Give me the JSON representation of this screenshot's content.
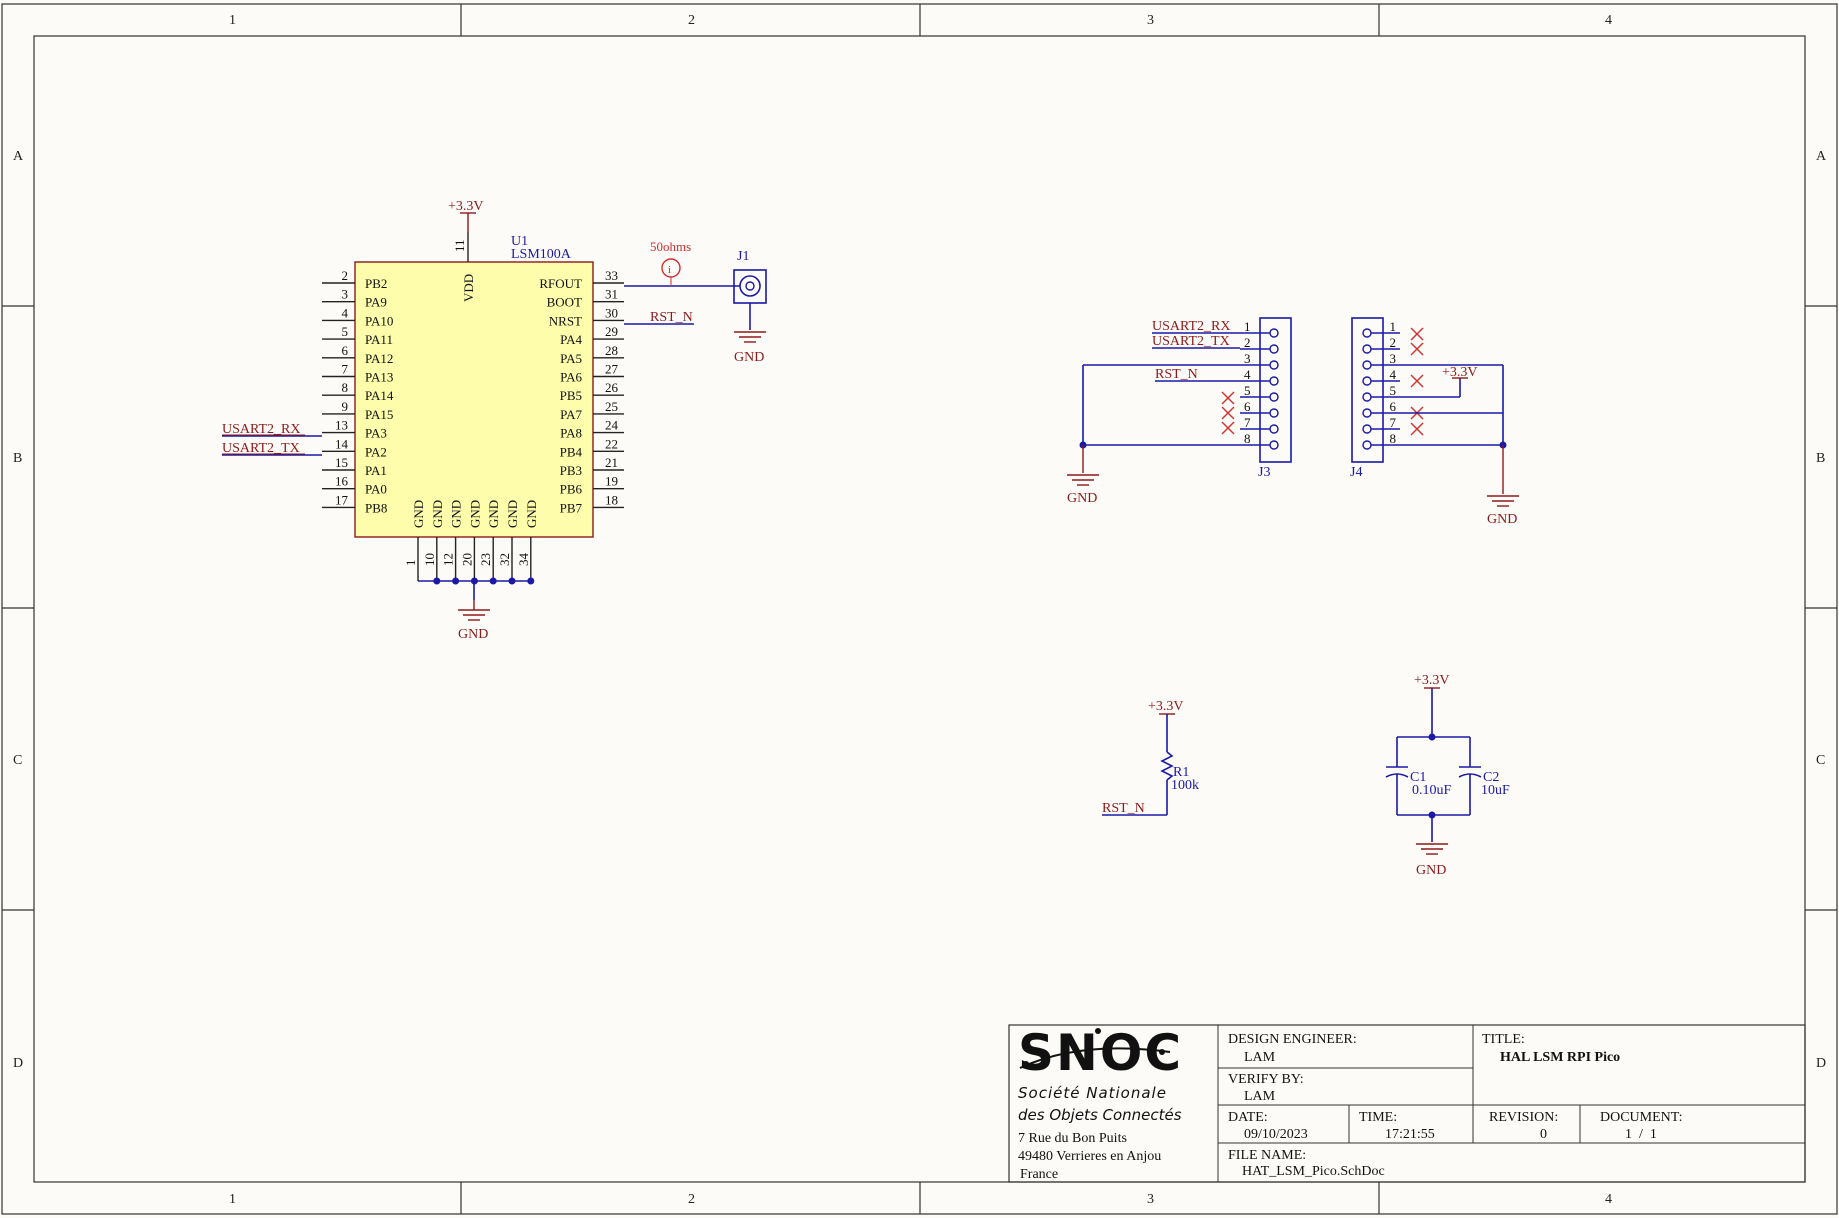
{
  "frame": {
    "columns": [
      "1",
      "2",
      "3",
      "4"
    ],
    "rows": [
      "A",
      "B",
      "C",
      "D"
    ]
  },
  "u1": {
    "ref": "U1",
    "part": "LSM100A",
    "vdd_label": "VDD",
    "vdd_pin": "11",
    "power": "+3.3V",
    "left_pins": [
      {
        "num": "2",
        "name": "PB2"
      },
      {
        "num": "3",
        "name": "PA9"
      },
      {
        "num": "4",
        "name": "PA10"
      },
      {
        "num": "5",
        "name": "PA11"
      },
      {
        "num": "6",
        "name": "PA12"
      },
      {
        "num": "7",
        "name": "PA13"
      },
      {
        "num": "8",
        "name": "PA14"
      },
      {
        "num": "9",
        "name": "PA15"
      },
      {
        "num": "13",
        "name": "PA3"
      },
      {
        "num": "14",
        "name": "PA2"
      },
      {
        "num": "15",
        "name": "PA1"
      },
      {
        "num": "16",
        "name": "PA0"
      },
      {
        "num": "17",
        "name": "PB8"
      }
    ],
    "right_pins": [
      {
        "num": "33",
        "name": "RFOUT"
      },
      {
        "num": "31",
        "name": "BOOT"
      },
      {
        "num": "30",
        "name": "NRST"
      },
      {
        "num": "29",
        "name": "PA4"
      },
      {
        "num": "28",
        "name": "PA5"
      },
      {
        "num": "27",
        "name": "PA6"
      },
      {
        "num": "26",
        "name": "PB5"
      },
      {
        "num": "25",
        "name": "PA7"
      },
      {
        "num": "24",
        "name": "PA8"
      },
      {
        "num": "22",
        "name": "PB4"
      },
      {
        "num": "21",
        "name": "PB3"
      },
      {
        "num": "19",
        "name": "PB6"
      },
      {
        "num": "18",
        "name": "PB7"
      }
    ],
    "bottom_pins": [
      {
        "num": "1",
        "name": "GND"
      },
      {
        "num": "10",
        "name": "GND"
      },
      {
        "num": "12",
        "name": "GND"
      },
      {
        "num": "20",
        "name": "GND"
      },
      {
        "num": "23",
        "name": "GND"
      },
      {
        "num": "32",
        "name": "GND"
      },
      {
        "num": "34",
        "name": "GND"
      }
    ],
    "gnd_label": "GND"
  },
  "nets": {
    "usart2_rx": "USART2_RX",
    "usart2_tx": "USART2_TX",
    "rst_n": "RST_N",
    "impedance": "50ohms",
    "gnd": "GND",
    "vcc": "+3.3V"
  },
  "j1": {
    "ref": "J1",
    "gnd": "GND"
  },
  "j3": {
    "ref": "J3",
    "pins": [
      "1",
      "2",
      "3",
      "4",
      "5",
      "6",
      "7",
      "8"
    ],
    "gnd": "GND"
  },
  "j4": {
    "ref": "J4",
    "pins": [
      "1",
      "2",
      "3",
      "4",
      "5",
      "6",
      "7",
      "8"
    ],
    "power": "+3.3V",
    "gnd": "GND"
  },
  "r1": {
    "ref": "R1",
    "value": "100k",
    "power": "+3.3V",
    "net": "RST_N"
  },
  "c1": {
    "ref": "C1",
    "value": "0.10uF"
  },
  "c2": {
    "ref": "C2",
    "value": "10uF"
  },
  "caps": {
    "power": "+3.3V",
    "gnd": "GND"
  },
  "title_block": {
    "logo_text": "SNOC",
    "company_line1": "Société Nationale",
    "company_line2": "des Objets Connectés",
    "address1": "7 Rue du Bon Puits",
    "address2": "49480 Verrieres en Anjou",
    "address3": "France",
    "design_engineer_label": "DESIGN ENGINEER:",
    "design_engineer": "LAM",
    "verify_label": "VERIFY BY:",
    "verify": "LAM",
    "title_label": "TITLE:",
    "title": "HAL LSM RPI Pico",
    "date_label": "DATE:",
    "date": "09/10/2023",
    "time_label": "TIME:",
    "time": "17:21:55",
    "revision_label": "REVISION:",
    "revision": "0",
    "document_label": "DOCUMENT:",
    "document": "1  /  1",
    "filename_label": "FILE NAME:",
    "filename": "HAT_LSM_Pico.SchDoc"
  }
}
